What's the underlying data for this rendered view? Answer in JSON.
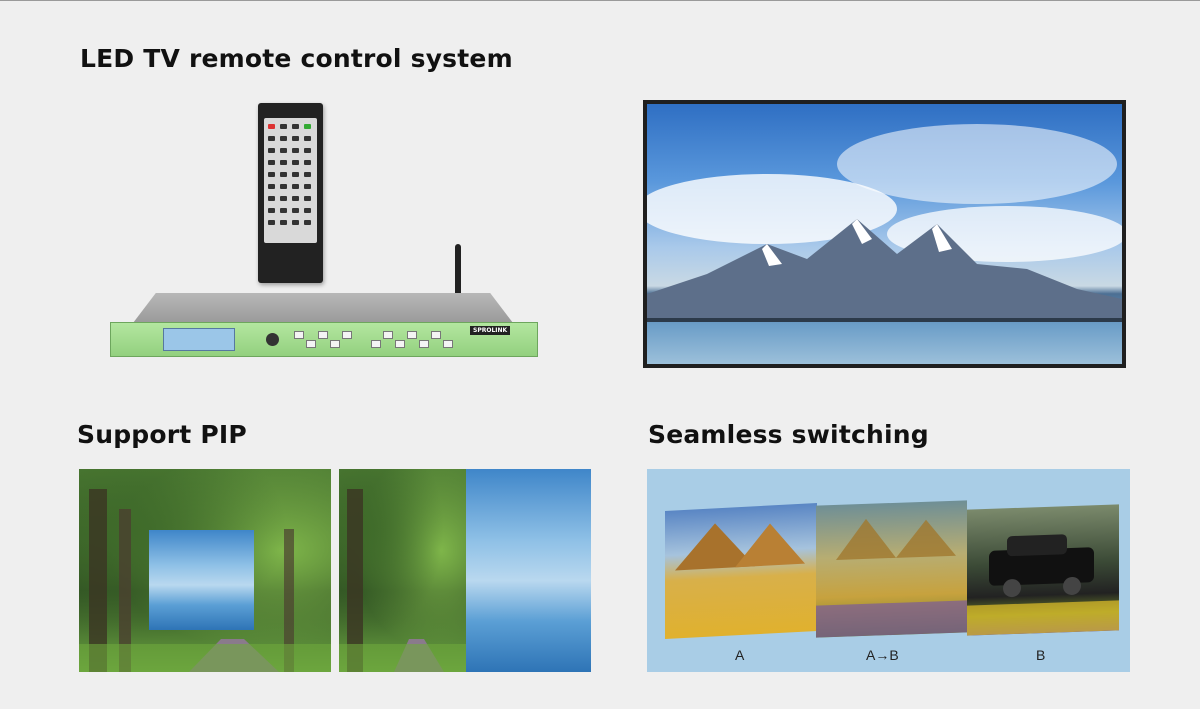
{
  "headings": {
    "remote": "LED TV remote control system",
    "pip": "Support PIP",
    "seamless": "Seamless switching"
  },
  "device": {
    "brand": "SPROLINK"
  },
  "seamless": {
    "label_a": "A",
    "label_ab": "A→B",
    "label_b": "B"
  },
  "colors": {
    "device_front": "#93d07f",
    "seamless_bg": "#a9cde6",
    "tv_bezel": "#1f1f1f"
  }
}
